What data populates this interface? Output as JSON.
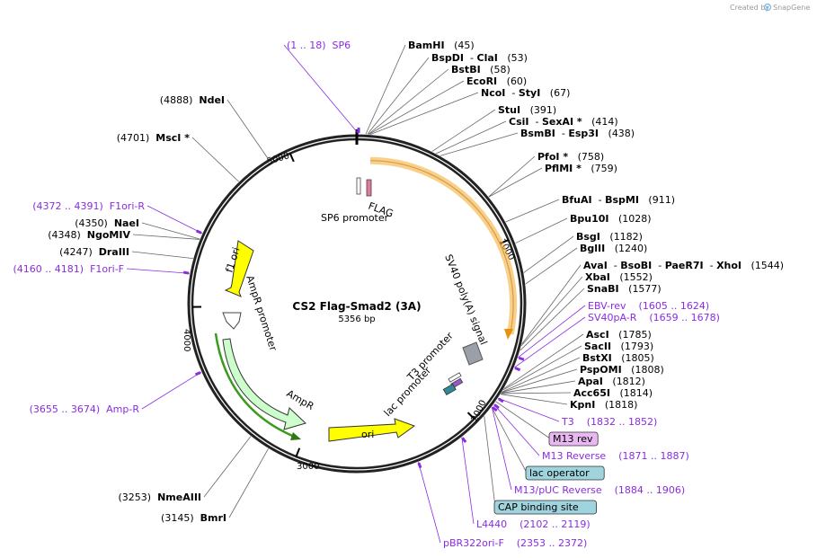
{
  "credit": {
    "prefix": "Created by",
    "brand": "SnapGene"
  },
  "plasmid": {
    "name": "CS2 Flag-Smad2 (3A)",
    "size": "5356 bp",
    "length": 5356
  },
  "ticks": [
    {
      "bp": 1000,
      "label": "1000"
    },
    {
      "bp": 2000,
      "label": "2000"
    },
    {
      "bp": 3000,
      "label": "3000"
    },
    {
      "bp": 4000,
      "label": "4000"
    },
    {
      "bp": 5000,
      "label": "5000"
    }
  ],
  "labels": [
    {
      "id": "sp6",
      "parts": [
        {
          "t": "(1 .. 18)  SP6",
          "s": "p"
        }
      ],
      "bp": 9,
      "kind": "primer"
    },
    {
      "id": "bamhi",
      "parts": [
        {
          "t": "BamHI",
          "s": "b"
        },
        {
          "t": "   (45)",
          "s": "n"
        }
      ],
      "bp": 45,
      "kind": "enzyme"
    },
    {
      "id": "bspdi",
      "parts": [
        {
          "t": "BspDI",
          "s": "b"
        },
        {
          "t": "  - ",
          "s": "n"
        },
        {
          "t": "ClaI",
          "s": "b"
        },
        {
          "t": "   (53)",
          "s": "n"
        }
      ],
      "bp": 53,
      "kind": "enzyme"
    },
    {
      "id": "bstbi",
      "parts": [
        {
          "t": "BstBI",
          "s": "b"
        },
        {
          "t": "   (58)",
          "s": "n"
        }
      ],
      "bp": 58,
      "kind": "enzyme"
    },
    {
      "id": "ecori",
      "parts": [
        {
          "t": "EcoRI",
          "s": "b"
        },
        {
          "t": "   (60)",
          "s": "n"
        }
      ],
      "bp": 60,
      "kind": "enzyme"
    },
    {
      "id": "ncoi",
      "parts": [
        {
          "t": "NcoI",
          "s": "b"
        },
        {
          "t": "  - ",
          "s": "n"
        },
        {
          "t": "StyI",
          "s": "b"
        },
        {
          "t": "   (67)",
          "s": "n"
        }
      ],
      "bp": 67,
      "kind": "enzyme"
    },
    {
      "id": "stui",
      "parts": [
        {
          "t": "StuI",
          "s": "b"
        },
        {
          "t": "   (391)",
          "s": "n"
        }
      ],
      "bp": 391,
      "kind": "enzyme"
    },
    {
      "id": "csii",
      "parts": [
        {
          "t": "CsiI",
          "s": "b"
        },
        {
          "t": "  - ",
          "s": "n"
        },
        {
          "t": "SexAI *",
          "s": "b"
        },
        {
          "t": "   (414)",
          "s": "n"
        }
      ],
      "bp": 414,
      "kind": "enzyme"
    },
    {
      "id": "bsmbi",
      "parts": [
        {
          "t": "BsmBI",
          "s": "b"
        },
        {
          "t": "  - ",
          "s": "n"
        },
        {
          "t": "Esp3I",
          "s": "b"
        },
        {
          "t": "   (438)",
          "s": "n"
        }
      ],
      "bp": 438,
      "kind": "enzyme"
    },
    {
      "id": "pfoi",
      "parts": [
        {
          "t": "PfoI *",
          "s": "b"
        },
        {
          "t": "   (758)",
          "s": "n"
        }
      ],
      "bp": 758,
      "kind": "enzyme"
    },
    {
      "id": "pflmi",
      "parts": [
        {
          "t": "PflMI *",
          "s": "b"
        },
        {
          "t": "   (759)",
          "s": "n"
        }
      ],
      "bp": 759,
      "kind": "enzyme"
    },
    {
      "id": "bfuai",
      "parts": [
        {
          "t": "BfuAI",
          "s": "b"
        },
        {
          "t": "  - ",
          "s": "n"
        },
        {
          "t": "BspMI",
          "s": "b"
        },
        {
          "t": "   (911)",
          "s": "n"
        }
      ],
      "bp": 911,
      "kind": "enzyme"
    },
    {
      "id": "bpu10i",
      "parts": [
        {
          "t": "Bpu10I",
          "s": "b"
        },
        {
          "t": "   (1028)",
          "s": "n"
        }
      ],
      "bp": 1028,
      "kind": "enzyme"
    },
    {
      "id": "bsgi",
      "parts": [
        {
          "t": "BsgI",
          "s": "b"
        },
        {
          "t": "   (1182)",
          "s": "n"
        }
      ],
      "bp": 1182,
      "kind": "enzyme"
    },
    {
      "id": "bglii",
      "parts": [
        {
          "t": "BglII",
          "s": "b"
        },
        {
          "t": "   (1240)",
          "s": "n"
        }
      ],
      "bp": 1240,
      "kind": "enzyme"
    },
    {
      "id": "avai",
      "parts": [
        {
          "t": "AvaI",
          "s": "b"
        },
        {
          "t": "  - ",
          "s": "n"
        },
        {
          "t": "BsoBI",
          "s": "b"
        },
        {
          "t": "  - ",
          "s": "n"
        },
        {
          "t": "PaeR7I",
          "s": "b"
        },
        {
          "t": "  - ",
          "s": "n"
        },
        {
          "t": "XhoI",
          "s": "b"
        },
        {
          "t": "   (1544)",
          "s": "n"
        }
      ],
      "bp": 1544,
      "kind": "enzyme"
    },
    {
      "id": "xbai",
      "parts": [
        {
          "t": "XbaI",
          "s": "b"
        },
        {
          "t": "   (1552)",
          "s": "n"
        }
      ],
      "bp": 1552,
      "kind": "enzyme"
    },
    {
      "id": "snabi",
      "parts": [
        {
          "t": "SnaBI",
          "s": "b"
        },
        {
          "t": "   (1577)",
          "s": "n"
        }
      ],
      "bp": 1577,
      "kind": "enzyme"
    },
    {
      "id": "ebvrev",
      "parts": [
        {
          "t": "EBV-rev    (1605 .. 1624)",
          "s": "p"
        }
      ],
      "bp": 1614,
      "kind": "primer"
    },
    {
      "id": "sv40par",
      "parts": [
        {
          "t": "SV40pA-R    (1659 .. 1678)",
          "s": "p"
        }
      ],
      "bp": 1668,
      "kind": "primer"
    },
    {
      "id": "ascii",
      "parts": [
        {
          "t": "AscI",
          "s": "b"
        },
        {
          "t": "   (1785)",
          "s": "n"
        }
      ],
      "bp": 1785,
      "kind": "enzyme"
    },
    {
      "id": "sacii",
      "parts": [
        {
          "t": "SacII",
          "s": "b"
        },
        {
          "t": "   (1793)",
          "s": "n"
        }
      ],
      "bp": 1793,
      "kind": "enzyme"
    },
    {
      "id": "bstxi",
      "parts": [
        {
          "t": "BstXI",
          "s": "b"
        },
        {
          "t": "   (1805)",
          "s": "n"
        }
      ],
      "bp": 1805,
      "kind": "enzyme"
    },
    {
      "id": "pspomi",
      "parts": [
        {
          "t": "PspOMI",
          "s": "b"
        },
        {
          "t": "   (1808)",
          "s": "n"
        }
      ],
      "bp": 1808,
      "kind": "enzyme"
    },
    {
      "id": "apai",
      "parts": [
        {
          "t": "ApaI",
          "s": "b"
        },
        {
          "t": "   (1812)",
          "s": "n"
        }
      ],
      "bp": 1812,
      "kind": "enzyme"
    },
    {
      "id": "acc65i",
      "parts": [
        {
          "t": "Acc65I",
          "s": "b"
        },
        {
          "t": "   (1814)",
          "s": "n"
        }
      ],
      "bp": 1814,
      "kind": "enzyme"
    },
    {
      "id": "kpni",
      "parts": [
        {
          "t": "KpnI",
          "s": "b"
        },
        {
          "t": "   (1818)",
          "s": "n"
        }
      ],
      "bp": 1818,
      "kind": "enzyme"
    },
    {
      "id": "t3",
      "parts": [
        {
          "t": "T3    (1832 .. 1852)",
          "s": "p"
        }
      ],
      "bp": 1842,
      "kind": "primer"
    },
    {
      "id": "m13rev",
      "parts": [
        {
          "t": "M13 rev",
          "s": "box"
        }
      ],
      "bp": 1862,
      "kind": "boxpink"
    },
    {
      "id": "m13reverse",
      "parts": [
        {
          "t": "M13 Reverse    (1871 .. 1887)",
          "s": "p"
        }
      ],
      "bp": 1879,
      "kind": "primer"
    },
    {
      "id": "lacop",
      "parts": [
        {
          "t": "lac operator",
          "s": "box"
        }
      ],
      "bp": 1897,
      "kind": "boxblue"
    },
    {
      "id": "m13puc",
      "parts": [
        {
          "t": "M13/pUC Reverse    (1884 .. 1906)",
          "s": "p"
        }
      ],
      "bp": 1895,
      "kind": "primer"
    },
    {
      "id": "cap",
      "parts": [
        {
          "t": "CAP binding site",
          "s": "box"
        }
      ],
      "bp": 1955,
      "kind": "boxblue"
    },
    {
      "id": "l4440",
      "parts": [
        {
          "t": "L4440    (2102 .. 2119)",
          "s": "p"
        }
      ],
      "bp": 2110,
      "kind": "primer"
    },
    {
      "id": "pbr322",
      "parts": [
        {
          "t": "pBR322ori-F    (2353 .. 2372)",
          "s": "p"
        }
      ],
      "bp": 2362,
      "kind": "primer"
    },
    {
      "id": "bmri",
      "parts": [
        {
          "t": "(3145)  ",
          "s": "n"
        },
        {
          "t": "BmrI",
          "s": "b"
        }
      ],
      "bp": 3145,
      "kind": "enzyme"
    },
    {
      "id": "nmeaiii",
      "parts": [
        {
          "t": "(3253)  ",
          "s": "n"
        },
        {
          "t": "NmeAIII",
          "s": "b"
        }
      ],
      "bp": 3253,
      "kind": "enzyme"
    },
    {
      "id": "ampr",
      "parts": [
        {
          "t": "(3655 .. 3674)  Amp-R",
          "s": "p"
        }
      ],
      "bp": 3664,
      "kind": "primer"
    },
    {
      "id": "f1orif",
      "parts": [
        {
          "t": "(4160 .. 4181)  F1ori-F",
          "s": "p"
        }
      ],
      "bp": 4170,
      "kind": "primer"
    },
    {
      "id": "draiii",
      "parts": [
        {
          "t": "(4247)  ",
          "s": "n"
        },
        {
          "t": "DraIII",
          "s": "b"
        }
      ],
      "bp": 4247,
      "kind": "enzyme"
    },
    {
      "id": "ngomiv",
      "parts": [
        {
          "t": "(4348)  ",
          "s": "n"
        },
        {
          "t": "NgoMIV",
          "s": "b"
        }
      ],
      "bp": 4348,
      "kind": "enzyme"
    },
    {
      "id": "naei",
      "parts": [
        {
          "t": "(4350)  ",
          "s": "n"
        },
        {
          "t": "NaeI",
          "s": "b"
        }
      ],
      "bp": 4350,
      "kind": "enzyme"
    },
    {
      "id": "f1orir",
      "parts": [
        {
          "t": "(4372 .. 4391)  F1ori-R",
          "s": "p"
        }
      ],
      "bp": 4381,
      "kind": "primer"
    },
    {
      "id": "msci",
      "parts": [
        {
          "t": "(4701)  ",
          "s": "n"
        },
        {
          "t": "MscI *",
          "s": "b"
        }
      ],
      "bp": 4701,
      "kind": "enzyme"
    },
    {
      "id": "ndei",
      "parts": [
        {
          "t": "(4888)  ",
          "s": "n"
        },
        {
          "t": "NdeI",
          "s": "b"
        }
      ],
      "bp": 4888,
      "kind": "enzyme"
    }
  ],
  "features": {
    "flag": "FLAG",
    "sp6_promoter": "SP6 promoter",
    "sv40": "SV40 poly(A) signal",
    "t3_promoter": "T3 promoter",
    "lac_promoter": "lac promoter",
    "ori": "ori",
    "ampr": "AmpR",
    "ampr_promoter": "AmpR promoter",
    "f1ori": "f1 ori"
  },
  "colors": {
    "primer": "#8a2be2",
    "orf": "#f7a823",
    "ori_fill": "#ffff00",
    "ampr_fill": "#ccffcc",
    "ampr_arrow": "#3a9a1a",
    "polyA": "#9aa0a8",
    "m13rev_box": "#e9b8f3",
    "blue_box": "#9fd3dd"
  }
}
